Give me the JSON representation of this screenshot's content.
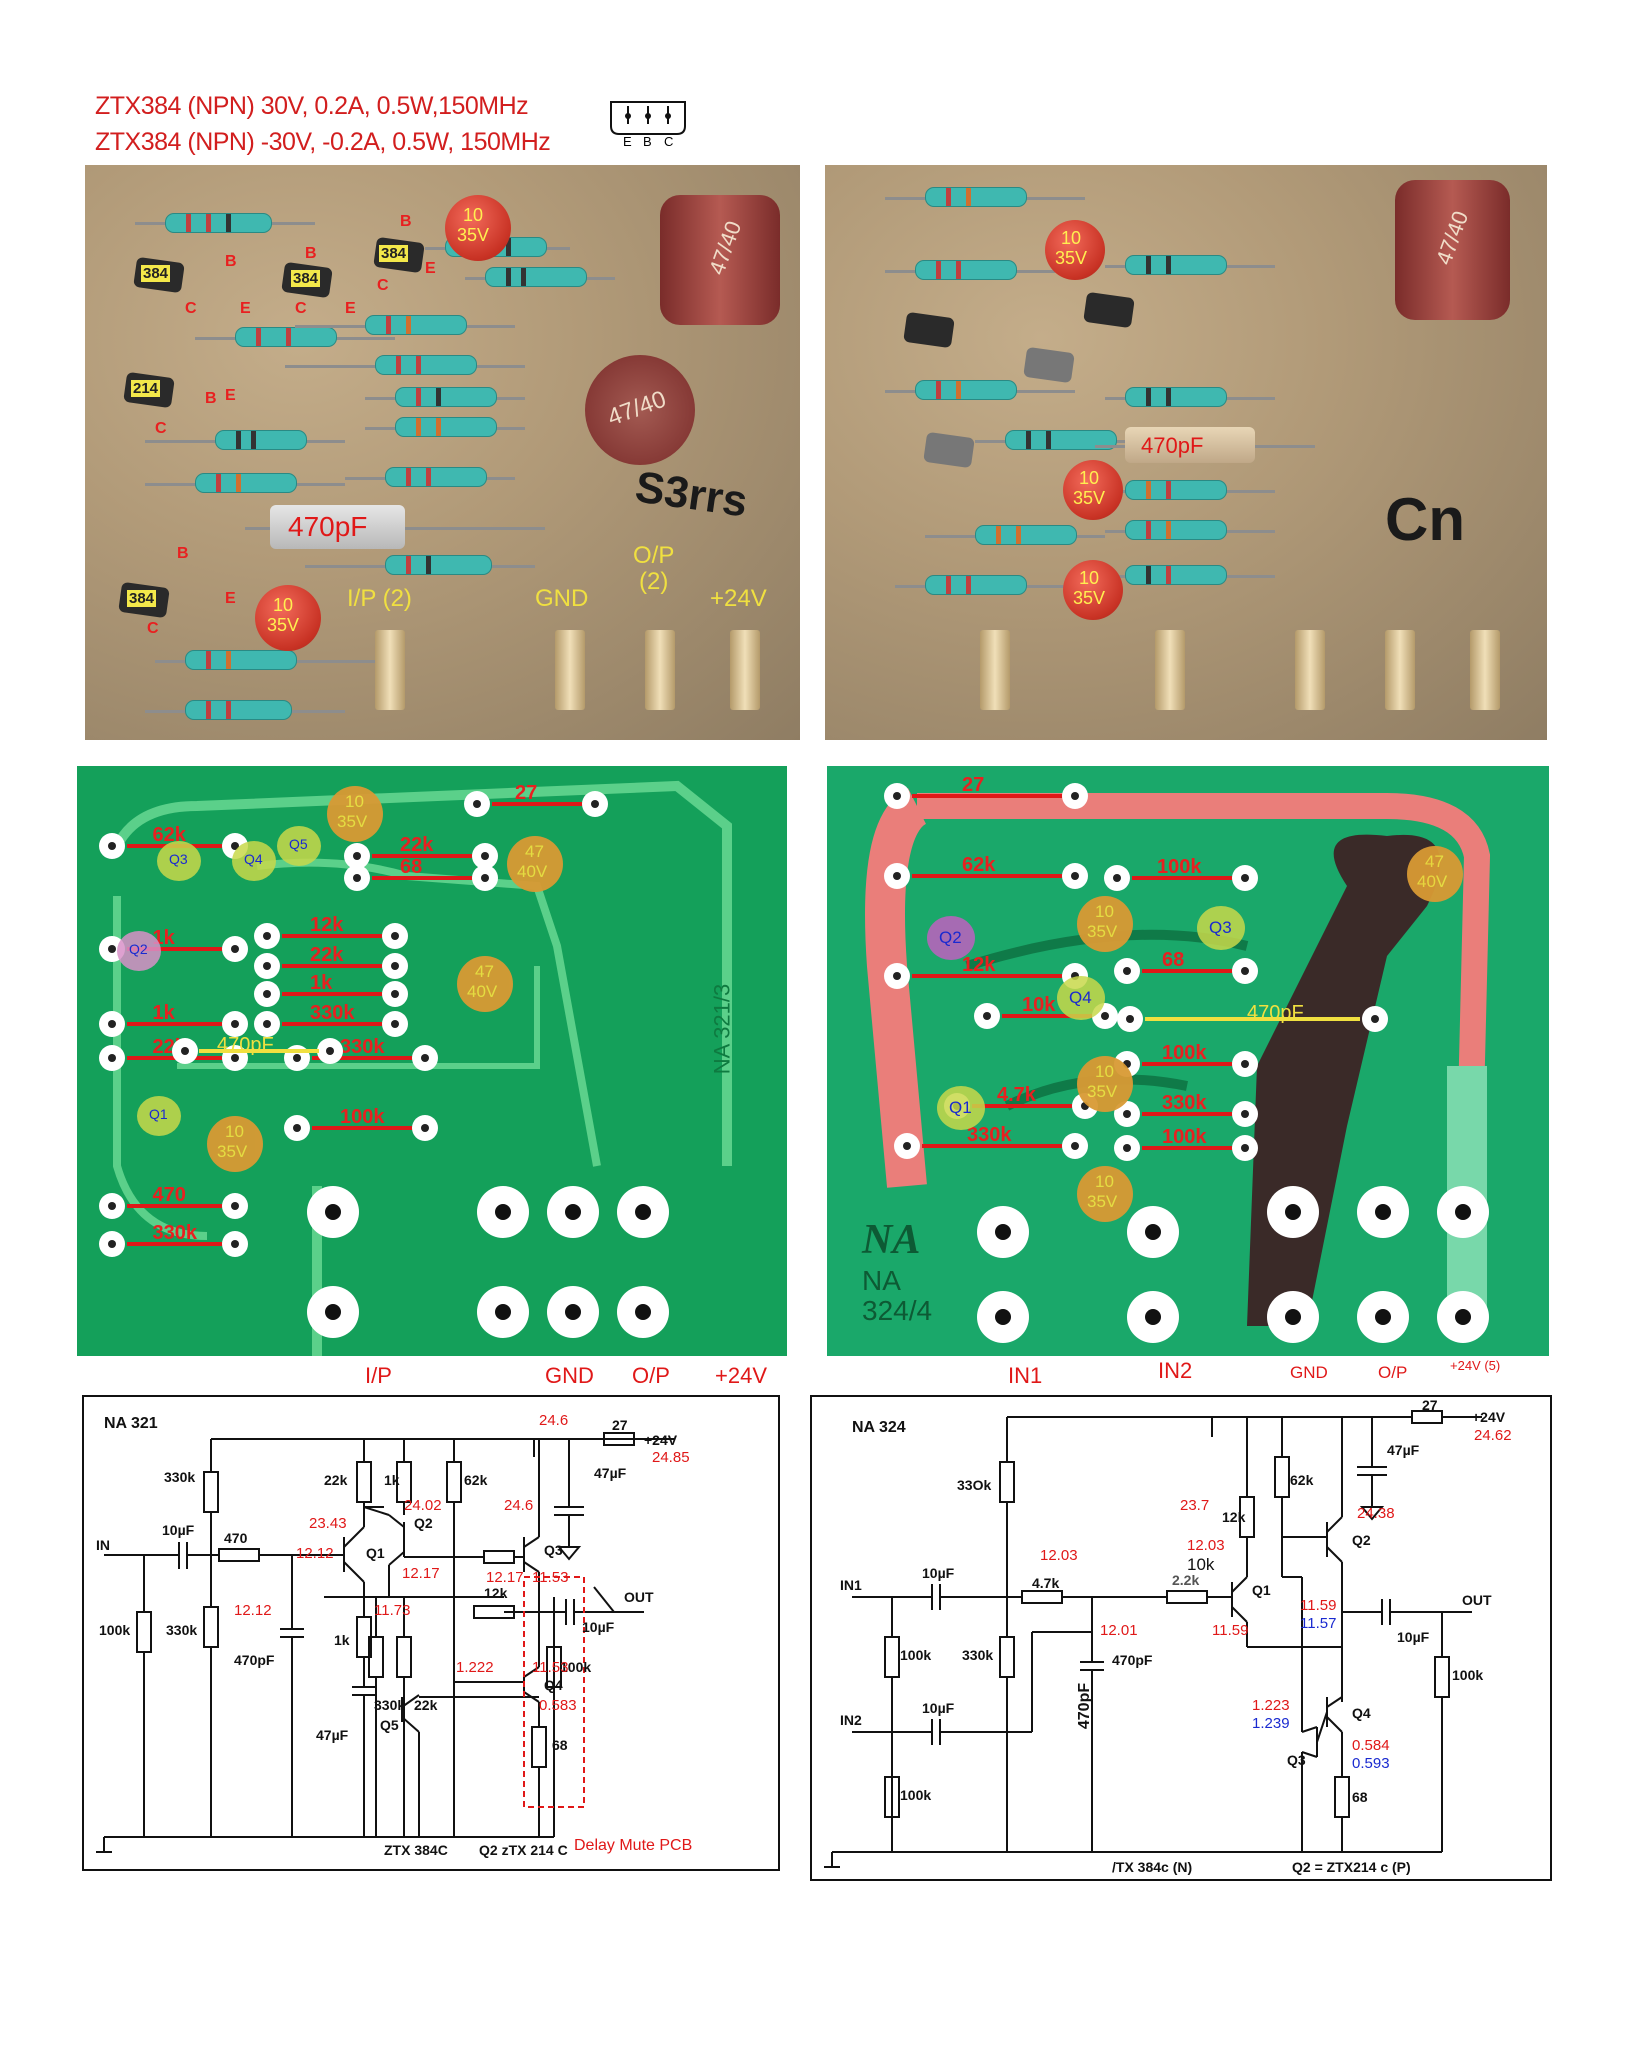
{
  "header": {
    "line1": "ZTX384 (NPN) 30V, 0.2A, 0.5W,150MHz",
    "line2": "ZTX384 (NPN) -30V, -0.2A, 0.5W, 150MHz",
    "pinout": [
      "E",
      "B",
      "C"
    ]
  },
  "photo_left": {
    "transistors": [
      "384",
      "384",
      "384",
      "214",
      "384"
    ],
    "pin_labels": {
      "b": "B",
      "c": "C",
      "e": "E"
    },
    "cap_small": {
      "value": "10",
      "voltage": "35V"
    },
    "cap_big": "47/40",
    "cap_film": "470pF",
    "terminals": [
      "I/P (2)",
      "GND",
      "O/P\n(2)",
      "+24V"
    ],
    "pen_mark": "S3rrs"
  },
  "photo_right": {
    "cap_small": {
      "value": "10",
      "voltage": "35V"
    },
    "cap_film": "470pF",
    "pen_mark": "Cn",
    "cap_big": "47/40"
  },
  "pcb_left": {
    "resistors": [
      "62k",
      "22k",
      "68",
      "1k",
      "12k",
      "22k",
      "1k",
      "1k",
      "330k",
      "22k",
      "330k",
      "100k",
      "470",
      "330k",
      "27"
    ],
    "caps": [
      {
        "value": "10",
        "voltage": "35V"
      },
      {
        "value": "47",
        "voltage": "40V"
      },
      {
        "value": "47",
        "voltage": "40V"
      },
      {
        "value": "10",
        "voltage": "35V"
      }
    ],
    "cap_film": "470pF",
    "transistors": [
      "Q1",
      "Q2",
      "Q3",
      "Q4",
      "Q5"
    ],
    "board_mark": "NA 321/3",
    "bottom_labels": [
      "I/P",
      "GND",
      "O/P",
      "+24V"
    ]
  },
  "pcb_right": {
    "resistors": [
      "27",
      "62k",
      "100k",
      "12k",
      "68",
      "10k",
      "100k",
      "4.7k",
      "330k",
      "330k",
      "100k"
    ],
    "caps": [
      {
        "value": "47",
        "voltage": "40V"
      },
      {
        "value": "10",
        "voltage": "35V"
      },
      {
        "value": "10",
        "voltage": "35V"
      },
      {
        "value": "10",
        "voltage": "35V"
      }
    ],
    "cap_film": "470pF",
    "transistors": [
      "Q1",
      "Q2",
      "Q3",
      "Q4"
    ],
    "logo": "NA",
    "board_mark": "NA\n324/4",
    "bottom_labels": [
      "IN1",
      "IN2",
      "GND",
      "O/P",
      "+24V (5)"
    ]
  },
  "schematic_left": {
    "title": "NA 321",
    "labels": [
      "IN",
      "OUT",
      "330k",
      "100k",
      "330k",
      "10µF",
      "470",
      "470pF",
      "22k",
      "1k",
      "47µF",
      "330k",
      "22k",
      "1k",
      "12k",
      "62k",
      "1.222",
      "27",
      "+24V",
      "47µF",
      "10µF",
      "100k",
      "68",
      "Q1",
      "Q2",
      "Q3",
      "Q4",
      "Q5"
    ],
    "part_note": "ZTX 384C",
    "part_note2": "Q2 zTX 214 C",
    "voltages": [
      "24.6",
      "24.85",
      "24.02",
      "23.43",
      "12.12",
      "12.17",
      "12.17",
      "11.53",
      "11.73",
      "12.12",
      "11.53",
      "0.583",
      "24.6"
    ],
    "delay_note": "Delay Mute PCB"
  },
  "schematic_right": {
    "title": "NA 324",
    "labels": [
      "IN1",
      "IN2",
      "OUT",
      "33Ok",
      "100k",
      "330k",
      "100k",
      "10µF",
      "10µF",
      "4.7k",
      "2.2k",
      "470pF",
      "470pF",
      "12k",
      "62k",
      "27",
      "+24V",
      "47µF",
      "10µF",
      "100k",
      "68",
      "Q1",
      "Q2",
      "Q3",
      "Q4"
    ],
    "part_note": "/TX 384c (N)",
    "part_note2": "Q2 = ZTX214 c (P)",
    "voltages_red": [
      "23.7",
      "12.03",
      "12.03",
      "10k",
      "12.01",
      "11.59",
      "24.38",
      "11.59",
      "1.223",
      "0.584",
      "24.62"
    ],
    "voltages_blue": [
      "11.57",
      "1.239",
      "0.593"
    ]
  }
}
